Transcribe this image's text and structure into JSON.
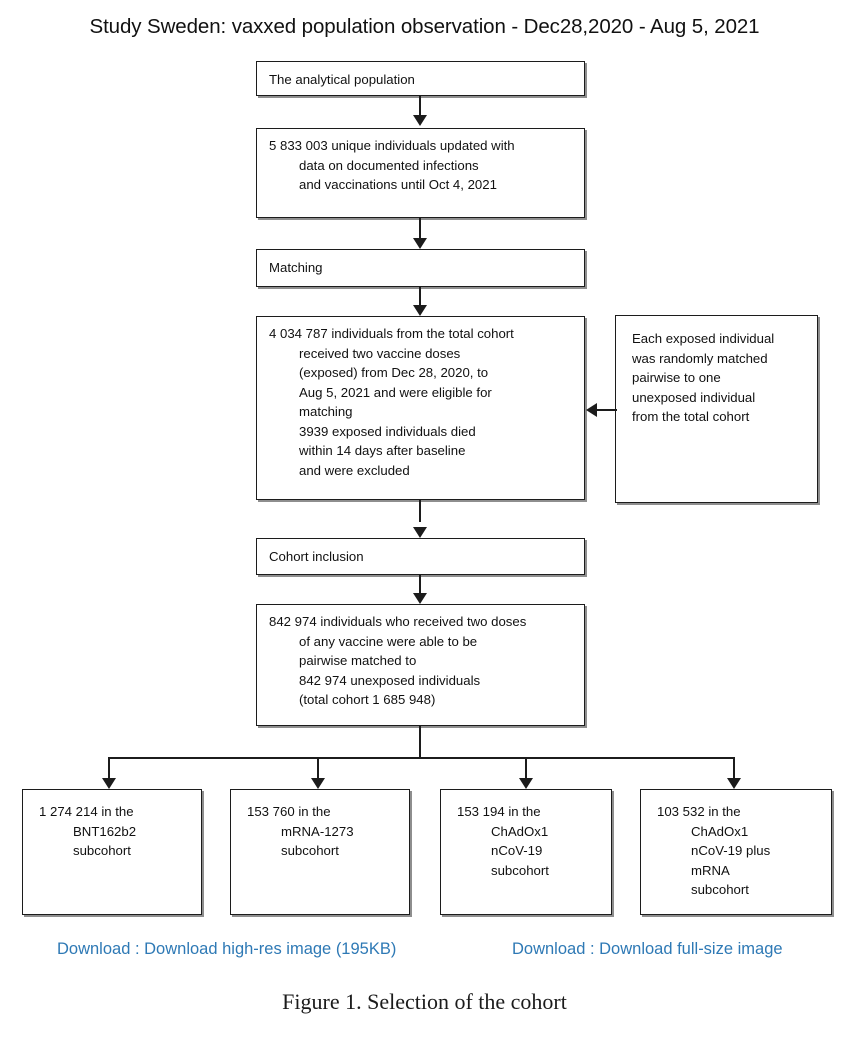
{
  "page": {
    "title": "Study Sweden: vaxxed population observation - Dec28,2020 - Aug 5, 2021",
    "caption": "Figure 1. Selection of the cohort",
    "link_color": "#2e79b5",
    "box_border_color": "#1c1c1c",
    "background_color": "#ffffff"
  },
  "flow": {
    "stage_analytical": {
      "label": "The analytical population"
    },
    "box_population": {
      "lines": [
        "5 833 003 unique individuals updated with",
        "data on documented infections",
        "and vaccinations until Oct 4, 2021"
      ]
    },
    "stage_matching": {
      "label": "Matching"
    },
    "box_matching": {
      "lines": [
        "4 034 787 individuals from the total cohort",
        "received two vaccine doses",
        "(exposed) from Dec 28, 2020, to",
        "Aug 5, 2021 and were eligible for",
        "matching",
        "3939 exposed individuals died",
        "within 14 days after baseline",
        "and were excluded"
      ]
    },
    "box_sidenote": {
      "lines": [
        "Each exposed individual",
        "was randomly matched",
        "pairwise to one",
        "unexposed individual",
        "from the total cohort"
      ]
    },
    "stage_inclusion": {
      "label": "Cohort inclusion"
    },
    "box_included": {
      "lines": [
        "842 974 individuals who received two doses",
        "of any vaccine were able to be",
        "pairwise matched to",
        "842 974 unexposed individuals",
        "(total cohort 1 685 948)"
      ]
    },
    "subcohorts": [
      {
        "id": "bnt162b2",
        "lines": [
          "1 274 214 in the",
          "BNT162b2",
          "subcohort"
        ]
      },
      {
        "id": "mrna-1273",
        "lines": [
          "153 760 in the",
          "mRNA-1273",
          "subcohort"
        ]
      },
      {
        "id": "chadox1-ncov19",
        "lines": [
          "153 194 in the",
          "ChAdOx1",
          "nCoV-19",
          "subcohort"
        ]
      },
      {
        "id": "chadox1-ncov19-plus-mrna",
        "lines": [
          "103 532 in the",
          "ChAdOx1",
          "nCoV-19 plus",
          "mRNA",
          "subcohort"
        ]
      }
    ]
  },
  "downloads": {
    "high_res": "Download : Download high-res image (195KB)",
    "full_size": "Download : Download full-size image"
  }
}
